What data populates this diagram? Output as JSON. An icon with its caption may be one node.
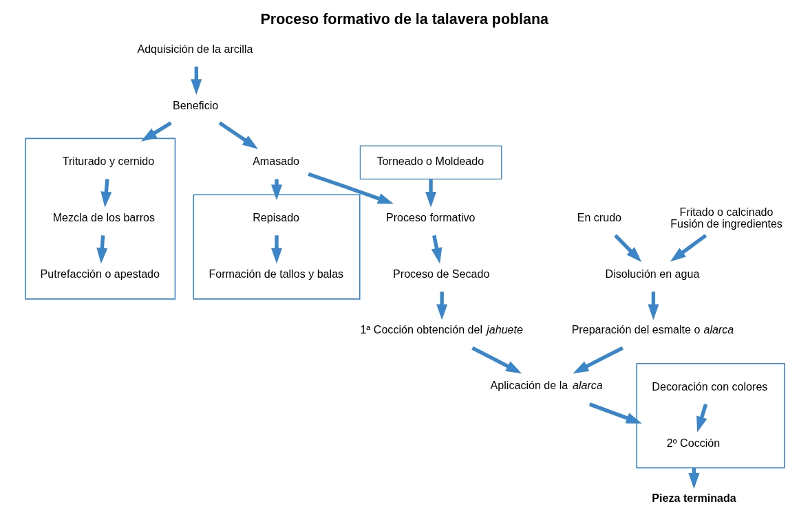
{
  "diagram": {
    "title": "Proceso formativo de la talavera poblana",
    "nodes": [
      {
        "text": [
          "Adquisición de la arcilla"
        ]
      },
      {
        "text": [
          "Beneficio"
        ]
      },
      {
        "text": [
          "Amasado"
        ]
      },
      {
        "text": [
          "Proceso formativo"
        ]
      },
      {
        "text": [
          "Proceso de Secado"
        ]
      },
      {
        "text": [
          "1ª Cocción obtención del *jahuete*"
        ]
      },
      {
        "text": [
          "Aplicación de la *alarca*"
        ]
      },
      {
        "text": [
          "Preparación del esmalte o *alarca*"
        ]
      },
      {
        "text": [
          "Disolución en agua"
        ]
      },
      {
        "text": [
          "En crudo"
        ]
      },
      {
        "text": [
          "Fritado o calcinado",
          "Fusión de ingredientes"
        ]
      },
      {
        "text": [],
        "shape": "box"
      },
      {
        "text": [
          "Triturado y cernido"
        ],
        "in": 11
      },
      {
        "text": [
          "Mezcla de los barros"
        ],
        "in": 11
      },
      {
        "text": [
          "Putrefacción o apestado"
        ],
        "in": 11
      },
      {
        "text": [],
        "shape": "box"
      },
      {
        "text": [
          "Repisado"
        ],
        "in": 15
      },
      {
        "text": [
          "Formación de tallos y balas"
        ],
        "in": 15
      },
      {
        "text": [
          "Torneado o Moldeado"
        ]
      },
      {
        "text": [],
        "shape": "box"
      },
      {
        "text": [
          "2º Cocción"
        ],
        "in": 19
      },
      {
        "text": [
          "Decoración con colores"
        ],
        "in": 19
      },
      {
        "text": [
          "Pieza terminada"
        ]
      }
    ],
    "edges": [
      {
        "from": 0,
        "to": 1,
        "arrow": "to"
      },
      {
        "from": 1,
        "to": 2,
        "arrow": "to"
      },
      {
        "from": 2,
        "to": 3,
        "arrow": "to"
      },
      {
        "from": 3,
        "to": 4,
        "arrow": "to"
      },
      {
        "from": 4,
        "to": 5,
        "arrow": "to"
      },
      {
        "from": 5,
        "to": 6,
        "arrow": "to"
      },
      {
        "from": 1,
        "to": 11,
        "arrow": "to"
      },
      {
        "from": 12,
        "to": 13,
        "arrow": "to"
      },
      {
        "from": 13,
        "to": 14,
        "arrow": "to"
      },
      {
        "from": 2,
        "to": 15,
        "arrow": "to"
      },
      {
        "from": 16,
        "to": 17,
        "arrow": "to"
      },
      {
        "from": 18,
        "to": 3,
        "arrow": "to"
      },
      {
        "from": 6,
        "to": 19,
        "arrow": "to"
      },
      {
        "from": 21,
        "to": 20,
        "arrow": "to"
      },
      {
        "from": 19,
        "to": 22,
        "arrow": "to"
      },
      {
        "from": 7,
        "to": 6,
        "arrow": "to"
      },
      {
        "from": 8,
        "to": 7,
        "arrow": "to"
      },
      {
        "from": 9,
        "to": 8,
        "arrow": "to"
      },
      {
        "from": 10,
        "to": 8,
        "arrow": "to"
      }
    ]
  }
}
